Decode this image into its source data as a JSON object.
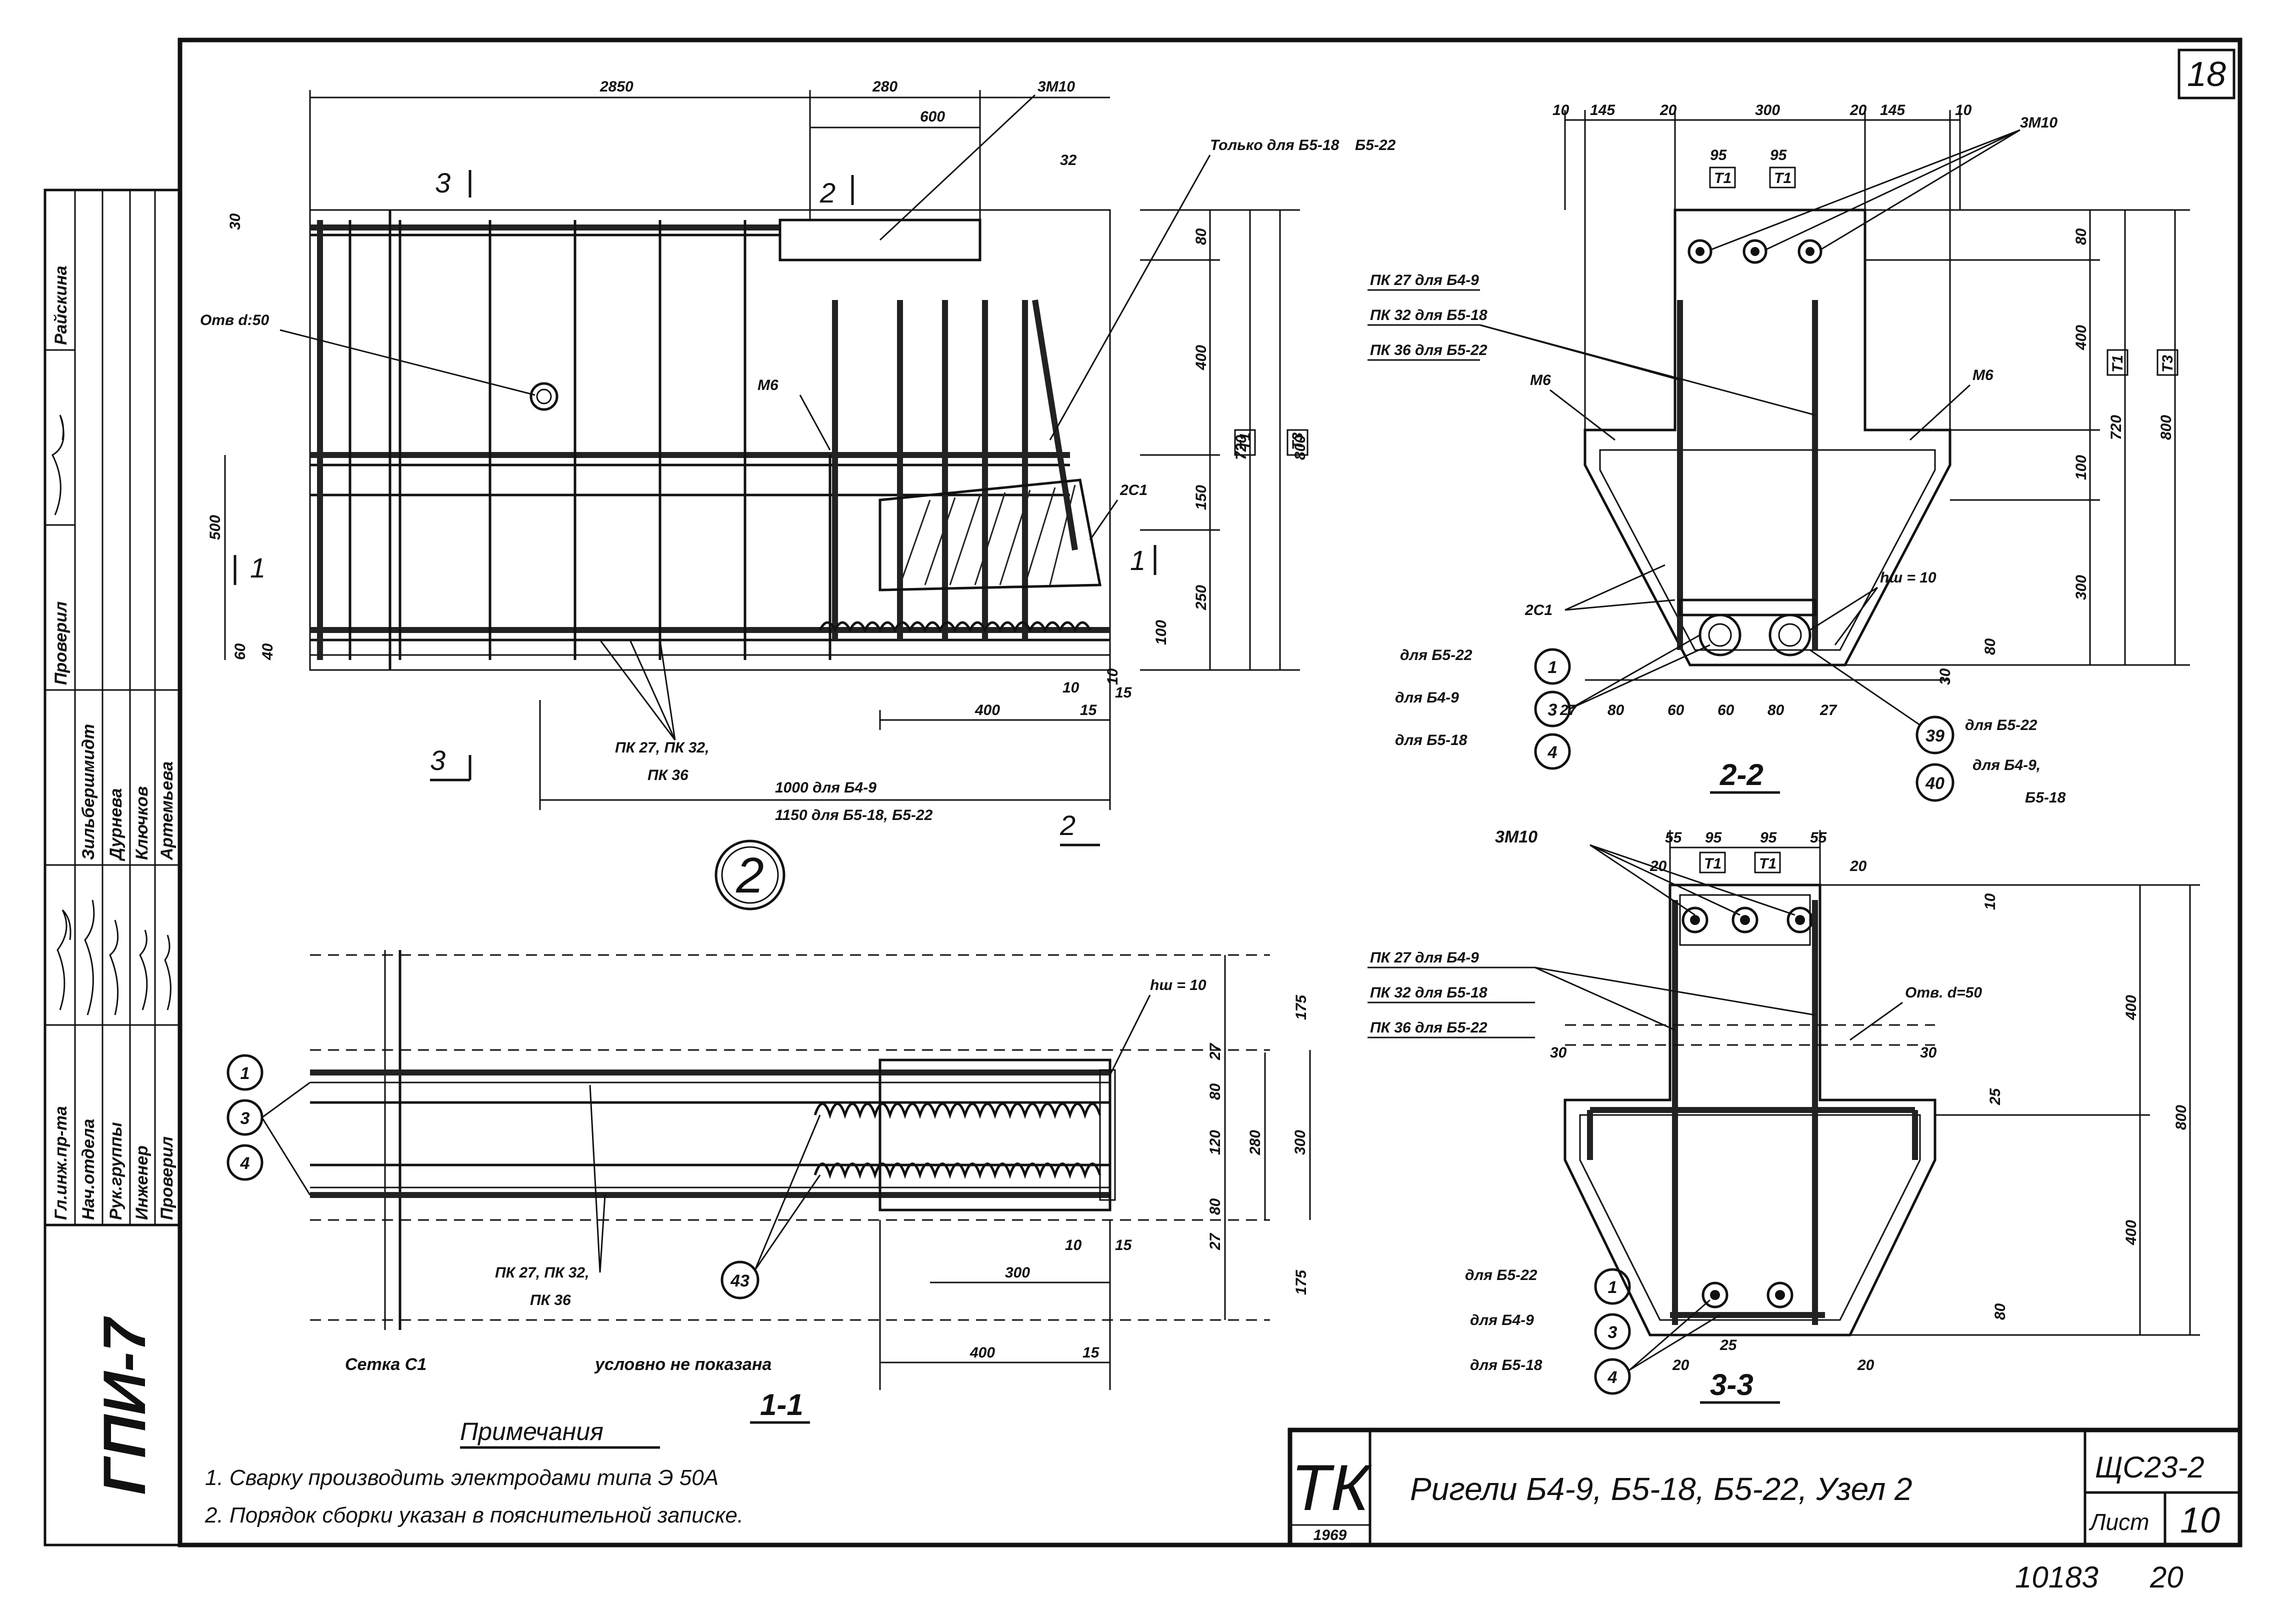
{
  "sheet": {
    "sheet_number": "18",
    "archive_number": "10183",
    "archive_page": "20",
    "org_vertical": "ГПИ-7"
  },
  "title_block": {
    "logo": "ТК",
    "year": "1969",
    "title": "Ригели Б4-9, Б5-18, Б5-22, Узел 2",
    "code": "ЩС23-2",
    "list_label": "Лист",
    "list_value": "10"
  },
  "staff": {
    "roles": [
      "Гл.инж.пр-та",
      "Нач.отдела",
      "Рук.группы",
      "Инженер",
      "Проверил"
    ],
    "names": [
      "Зильбершмидт",
      "Дурнева",
      "Ключков",
      "Артемьева"
    ],
    "checker_role": "Проверил",
    "checker_name": "Райскина"
  },
  "notes": {
    "heading": "Примечания",
    "items": [
      "1. Сварку производить электродами типа Э 50А",
      "2. Порядок сборки указан в пояснительной записке."
    ]
  },
  "node2": {
    "node_label": "2",
    "dims_top": [
      "2850",
      "280",
      "3М10",
      "600",
      "32",
      "30"
    ],
    "note_only_for": "Только для Б5-18",
    "note_only_for2": "Б5-22",
    "hole": "Отв d:50",
    "m6": "М6",
    "c1": "2С1",
    "pk": "ПК 27, ПК 32,",
    "pk2": "ПК 36",
    "len1": "1000 для Б4-9",
    "len2": "1150 для Б5-18, Б5-22",
    "dims_right": [
      "80",
      "400",
      "720",
      "800",
      "150",
      "250",
      "100"
    ],
    "dims_bottom": [
      "400",
      "15",
      "10",
      "15",
      "10"
    ],
    "dims_left": [
      "500",
      "60",
      "40"
    ],
    "sec_marks": [
      "3",
      "2",
      "1",
      "1",
      "3",
      "2"
    ],
    "tags_right": [
      "Т1",
      "Т3"
    ]
  },
  "section11": {
    "label": "1-1",
    "hw": "hш = 10",
    "callouts": [
      "1",
      "3",
      "4",
      "43"
    ],
    "pk": "ПК 27, ПК 32,",
    "pk2": "ПК 36",
    "mesh": "Сетка С1",
    "not_shown": "условно не показана",
    "dims_right": [
      "175",
      "27",
      "80",
      "120",
      "80",
      "27",
      "175",
      "280",
      "300"
    ],
    "dims_bottom": [
      "300",
      "400",
      "15",
      "10",
      "15"
    ]
  },
  "section22": {
    "label": "2-2",
    "top_dims": [
      "10",
      "145",
      "20",
      "300",
      "20",
      "145",
      "10"
    ],
    "d95": [
      "95",
      "95"
    ],
    "bars": "3М10",
    "pk_list": [
      "ПК 27 для Б4-9",
      "ПК 32 для Б5-18",
      "ПК 36 для Б5-22"
    ],
    "m6": [
      "М6",
      "М6"
    ],
    "c1": "2С1",
    "hw": "hш = 10",
    "bottom_dims": [
      "27",
      "80",
      "60",
      "60",
      "80",
      "27"
    ],
    "right_dims": [
      "80",
      "400",
      "720",
      "800",
      "100",
      "300",
      "80",
      "30"
    ],
    "tags": [
      "Т1",
      "Т1",
      "Т1",
      "Т3"
    ],
    "callouts_left": [
      {
        "num": "1",
        "text": "для Б5-22"
      },
      {
        "num": "3",
        "text": "для Б4-9"
      },
      {
        "num": "4",
        "text": "для Б5-18"
      }
    ],
    "callouts_right": [
      {
        "num": "39",
        "text": "для Б5-22"
      },
      {
        "num": "40",
        "text": "для Б4-9,"
      }
    ],
    "callout40_line2": "Б5-18"
  },
  "section33": {
    "label": "3-3",
    "top_dims": [
      "55",
      "95",
      "95",
      "55"
    ],
    "side_dims": [
      "20",
      "20",
      "20",
      "20"
    ],
    "bars": "3М10",
    "pk_list": [
      "ПК 27 для Б4-9",
      "ПК 32 для Б5-18",
      "ПК 36 для Б5-22"
    ],
    "hole": "Отв. d=50",
    "right_dims": [
      "10",
      "400",
      "800",
      "25",
      "400",
      "80",
      "30",
      "30",
      "25"
    ],
    "tags": [
      "Т1",
      "Т1"
    ],
    "callouts_left": [
      {
        "num": "1",
        "text": "для Б5-22"
      },
      {
        "num": "3",
        "text": "для Б4-9"
      },
      {
        "num": "4",
        "text": "для Б5-18"
      }
    ]
  }
}
